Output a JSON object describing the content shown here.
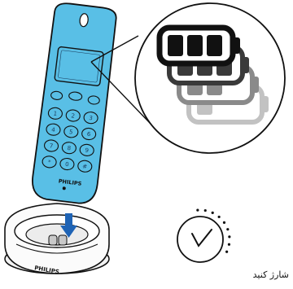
{
  "brand": {
    "handset": "PHILIPS",
    "base": "PHILIPS"
  },
  "keypad": {
    "digits": [
      "1",
      "2",
      "3",
      "4",
      "5",
      "6",
      "7",
      "8",
      "9",
      "*",
      "0",
      "#"
    ]
  },
  "battery": {
    "bars_filled": 3,
    "bars_total": 3,
    "ghost_layers": 3
  },
  "timer": {
    "icon": "clock-icon"
  },
  "caption": {
    "text": "شارژ کنید"
  },
  "colors": {
    "handset": "#59bfe6",
    "outline": "#111111",
    "arrow": "#1e63b5",
    "shadow": "#dcdcdc"
  }
}
